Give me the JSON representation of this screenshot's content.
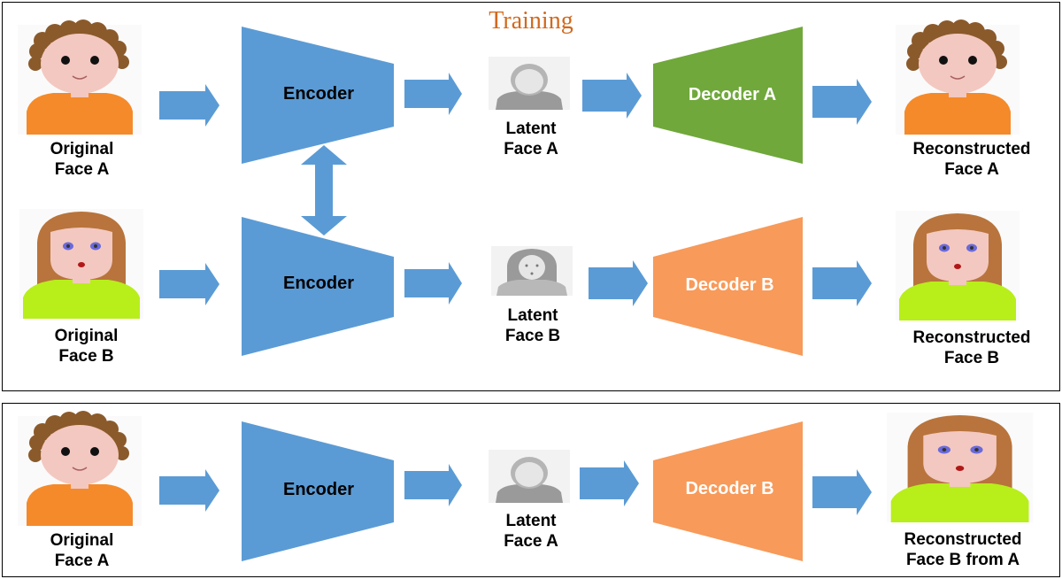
{
  "title": "Training",
  "colors": {
    "encoder": "#5b9bd5",
    "arrow": "#5b9bd5",
    "decoder_a": "#70a83b",
    "decoder_b": "#f79a5a",
    "title": "#d2691e",
    "skin": "#f3c8c0",
    "hair_a": "#8b5a2b",
    "hair_b": "#b8743c",
    "shirt_a": "#f58a2a",
    "shirt_b": "#b8ee1a",
    "eyes_b": "#6a6adc"
  },
  "training": {
    "row_a": {
      "input_label_1": "Original",
      "input_label_2": "Face A",
      "encoder": "Encoder",
      "latent_label_1": "Latent",
      "latent_label_2": "Face A",
      "decoder": "Decoder A",
      "output_label_1": "Reconstructed",
      "output_label_2": "Face A"
    },
    "row_b": {
      "input_label_1": "Original",
      "input_label_2": "Face B",
      "encoder": "Encoder",
      "latent_label_1": "Latent",
      "latent_label_2": "Face B",
      "decoder": "Decoder B",
      "output_label_1": "Reconstructed",
      "output_label_2": "Face B"
    }
  },
  "swap": {
    "input_label_1": "Original",
    "input_label_2": "Face A",
    "encoder": "Encoder",
    "latent_label_1": "Latent",
    "latent_label_2": "Face A",
    "decoder": "Decoder B",
    "output_label_1": "Reconstructed",
    "output_label_2": "Face B from A"
  }
}
